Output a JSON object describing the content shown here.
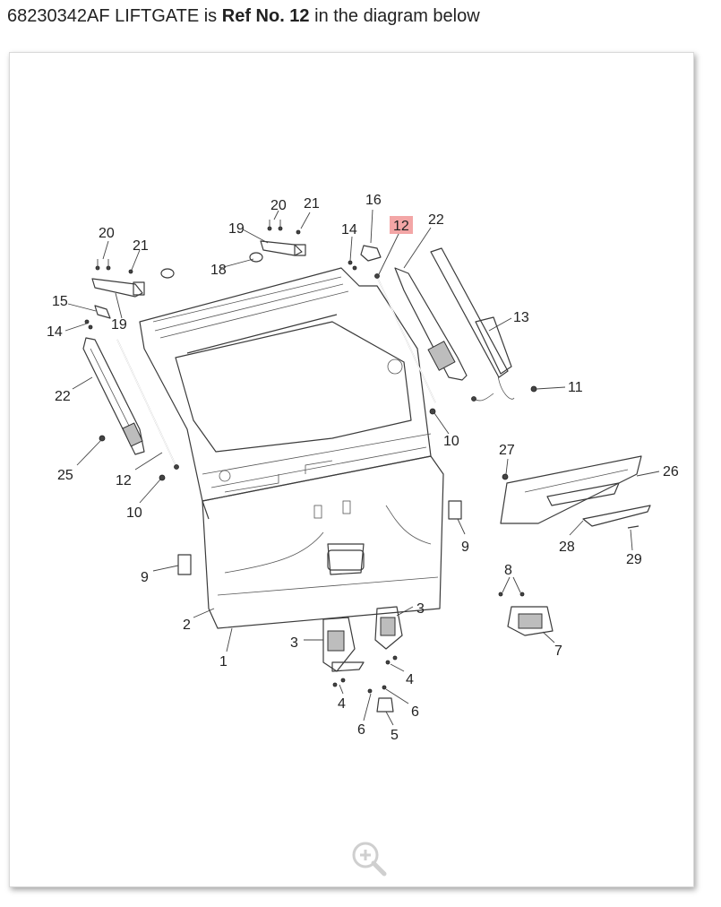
{
  "header": {
    "part_number_text": "68230342AF LIFTGATE is ",
    "ref_text": "Ref No. 12",
    "suffix_text": " in the diagram below"
  },
  "diagram": {
    "highlighted_ref": "12",
    "callouts": [
      "20",
      "21",
      "16",
      "12",
      "22",
      "19",
      "14",
      "18",
      "15",
      "14",
      "19",
      "20",
      "21",
      "22",
      "13",
      "11",
      "10",
      "22",
      "25",
      "12",
      "10",
      "27",
      "26",
      "9",
      "28",
      "29",
      "9",
      "8",
      "3",
      "2",
      "3",
      "1",
      "4",
      "4",
      "6",
      "6",
      "5",
      "7"
    ]
  },
  "icons": {
    "zoom": "zoom-in-icon"
  },
  "colors": {
    "highlight": "#f3a6a6"
  }
}
